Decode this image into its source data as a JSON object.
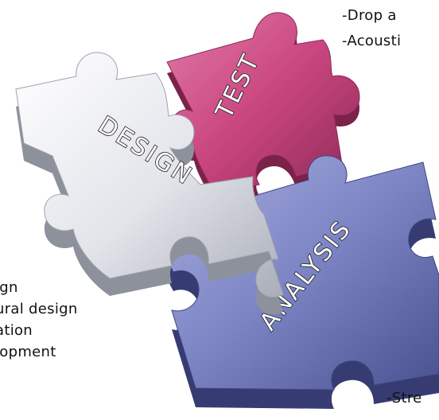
{
  "pieces": {
    "test": {
      "label": "TEST",
      "color": "#c9457e"
    },
    "design": {
      "label": "DESIGN",
      "color": "#eceef2"
    },
    "analysis": {
      "label": "ANALYSIS",
      "color": "#8088c6"
    }
  },
  "notes": {
    "top_right": [
      "-Drop a",
      "-Acousti"
    ],
    "left": [
      "ign",
      "ural design",
      "ation",
      "lopment"
    ],
    "bottom_right": [
      "-Stre"
    ]
  }
}
